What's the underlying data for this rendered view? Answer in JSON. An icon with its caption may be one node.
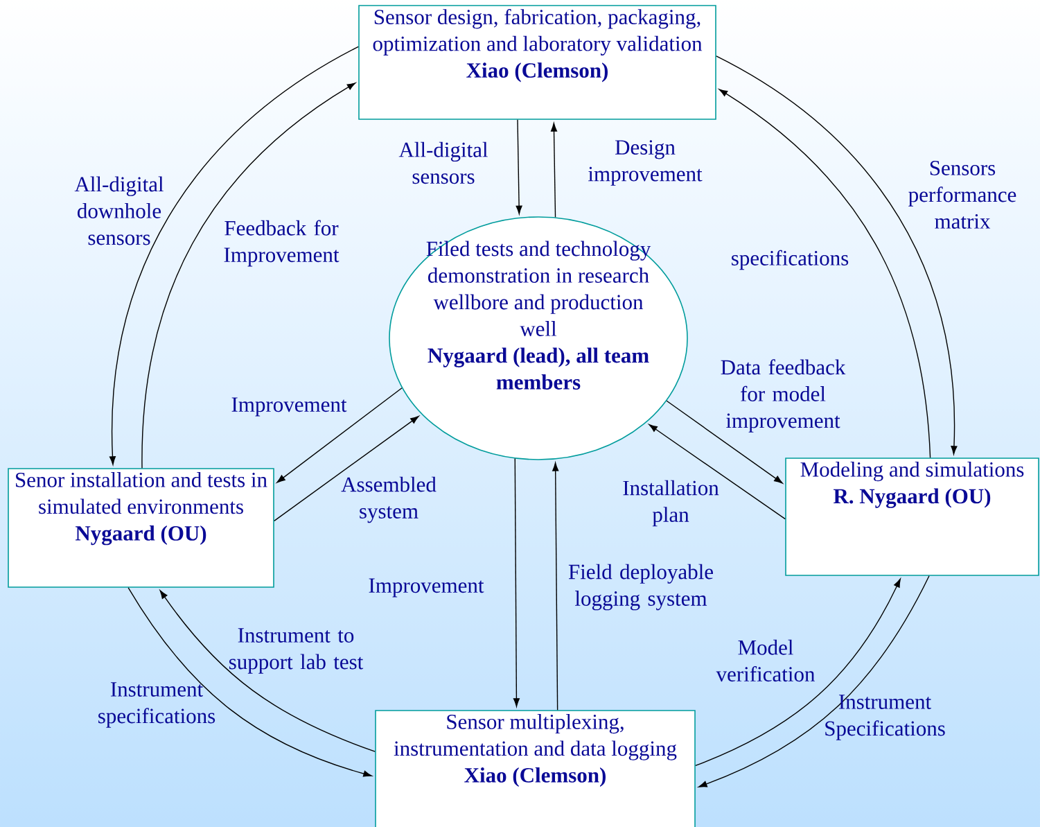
{
  "diagram": {
    "nodes": [
      {
        "text": [
          "Sensor design, fabrication, packaging, optimization and laboratory validation",
          "Xiao (Clemson)"
        ]
      },
      {
        "text": [
          "Filed tests and technology demonstration in research wellbore and production well",
          "Nygaard (lead), all team members"
        ]
      },
      {
        "text": [
          "Senor installation and tests in simulated environments",
          "Nygaard (OU)"
        ]
      },
      {
        "text": [
          "Modeling and simulations",
          "R. Nygaard (OU)"
        ]
      },
      {
        "text": [
          "Sensor multiplexing, instrumentation and data logging",
          "Xiao (Clemson)"
        ]
      }
    ],
    "edges": [
      {
        "from": 0,
        "to": 1,
        "arrow": "to",
        "label": "All-digital sensors"
      },
      {
        "from": 1,
        "to": 0,
        "arrow": "to",
        "label": "Design improvement"
      },
      {
        "from": 0,
        "to": 2,
        "arrow": "to",
        "label": "All-digital downhole sensors"
      },
      {
        "from": 2,
        "to": 0,
        "arrow": "to",
        "label": "Feedback for Improvement"
      },
      {
        "from": 0,
        "to": 3,
        "arrow": "to",
        "label": "Sensors performance matrix"
      },
      {
        "from": 3,
        "to": 0,
        "arrow": "to",
        "label": "specifications"
      },
      {
        "from": 1,
        "to": 2,
        "arrow": "to",
        "label": "Improvement"
      },
      {
        "from": 2,
        "to": 1,
        "arrow": "to",
        "label": "Assembled system"
      },
      {
        "from": 1,
        "to": 3,
        "arrow": "to",
        "label": "Data feedback for model improvement"
      },
      {
        "from": 3,
        "to": 1,
        "arrow": "to",
        "label": "Installation plan"
      },
      {
        "from": 1,
        "to": 4,
        "arrow": "to",
        "label": "Improvement"
      },
      {
        "from": 4,
        "to": 1,
        "arrow": "to",
        "label": "Field deployable logging system"
      },
      {
        "from": 2,
        "to": 4,
        "arrow": "to",
        "label": "Instrument specifications"
      },
      {
        "from": 4,
        "to": 2,
        "arrow": "to",
        "label": "Instrument to support lab test"
      },
      {
        "from": 4,
        "to": 3,
        "arrow": "to",
        "label": "Model verification"
      },
      {
        "from": 3,
        "to": 4,
        "arrow": "to",
        "label": "Instrument Specifications"
      }
    ]
  }
}
